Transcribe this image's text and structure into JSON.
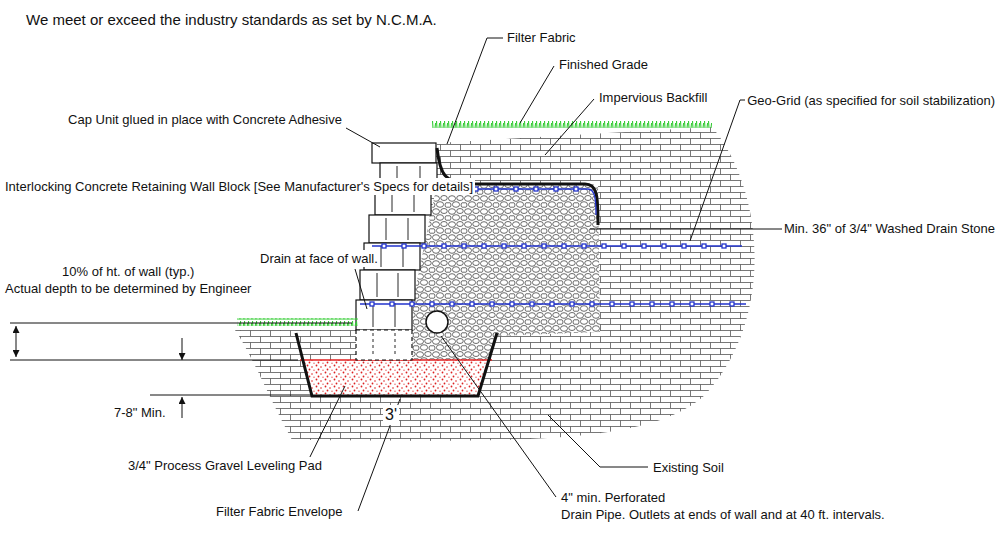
{
  "diagram": {
    "title": "We meet or exceed the industry standards as set by N.C.M.A.",
    "labels": [
      "Filter Fabric",
      "Finished Grade",
      "Cap Unit glued in place with Concrete Adhesive",
      "Impervious Backfill",
      "Geo-Grid (as specified for soil stabilization)",
      "Interlocking Concrete Retaining Wall Block [See Manufacturer's Specs for details]",
      "Min. 36\" of 3/4\" Washed Drain Stone",
      "Drain at face of wall.",
      "10% of ht. of wall (typ.) Actual depth to be determined by Engineer",
      "7-8\" Min.",
      "3'",
      "3/4\" Process Gravel Leveling Pad",
      "Existing Soil",
      "Filter Fabric Envelope",
      "4\" min. Perforated Drain Pipe. Outlets at ends of wall and at 40 ft. intervals."
    ]
  }
}
